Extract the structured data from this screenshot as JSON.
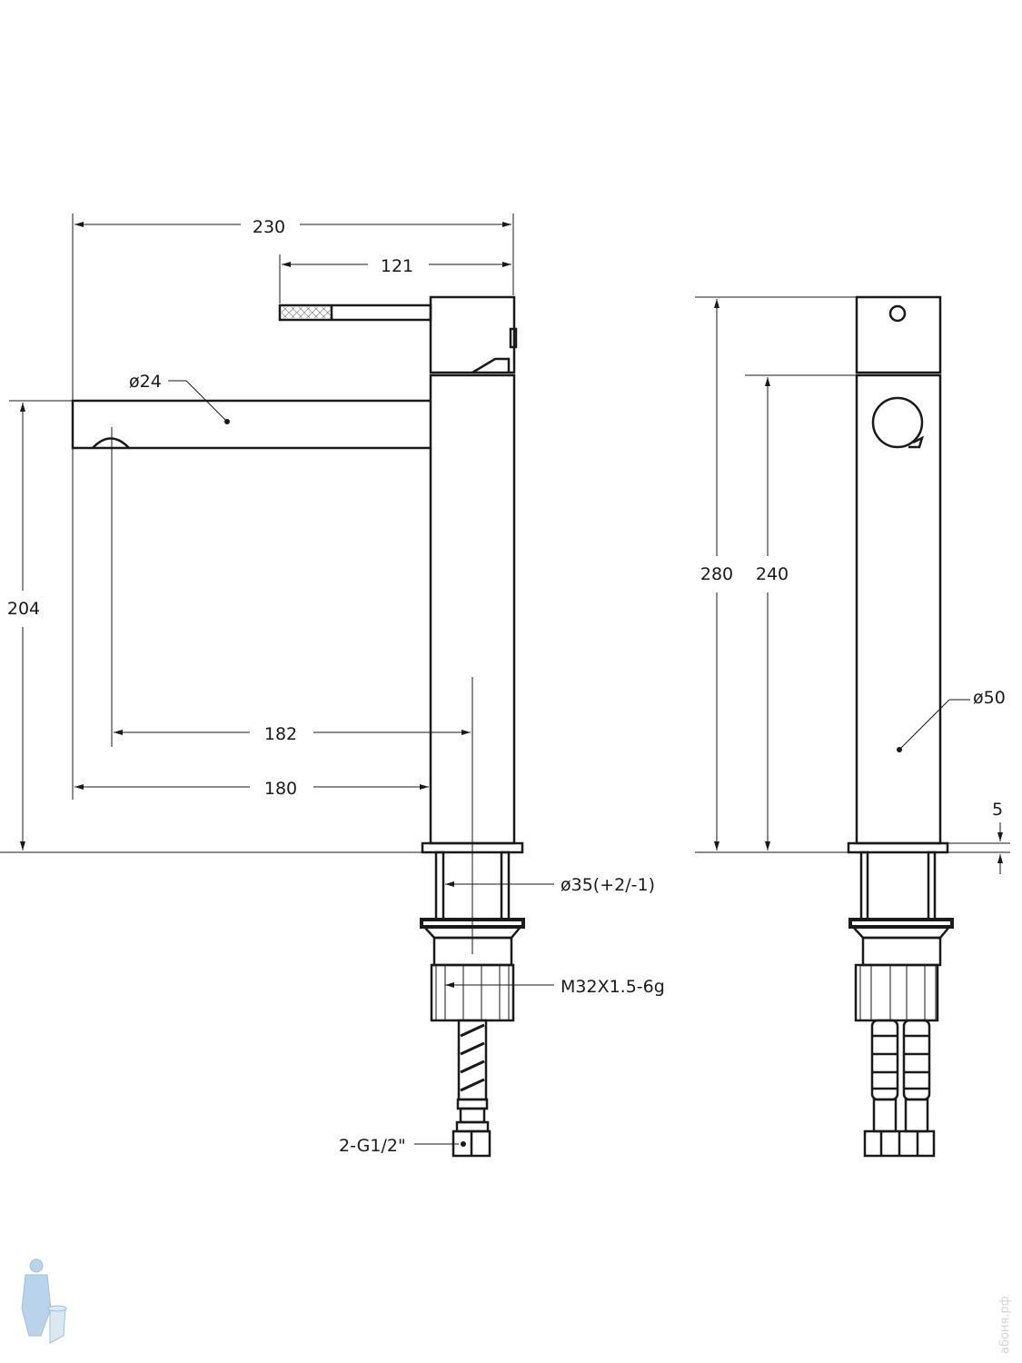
{
  "drawing": {
    "side_view": {
      "dimensions": {
        "total_width": "230",
        "lever_length": "121",
        "spout_diameter": "ø24",
        "spout_height": "204",
        "aerator_to_center": "182",
        "spout_reach": "180",
        "hole_diameter": "ø35(+2/-1)",
        "thread": "M32X1.5-6g",
        "connection": "2-G1/2\""
      }
    },
    "front_view": {
      "dimensions": {
        "total_height": "280",
        "body_height": "240",
        "body_diameter": "ø50",
        "base_thickness": "5"
      }
    }
  },
  "watermark": "абоня.рф",
  "colors": {
    "line": "#1a1a1a",
    "logo": "#b9d3ea"
  }
}
